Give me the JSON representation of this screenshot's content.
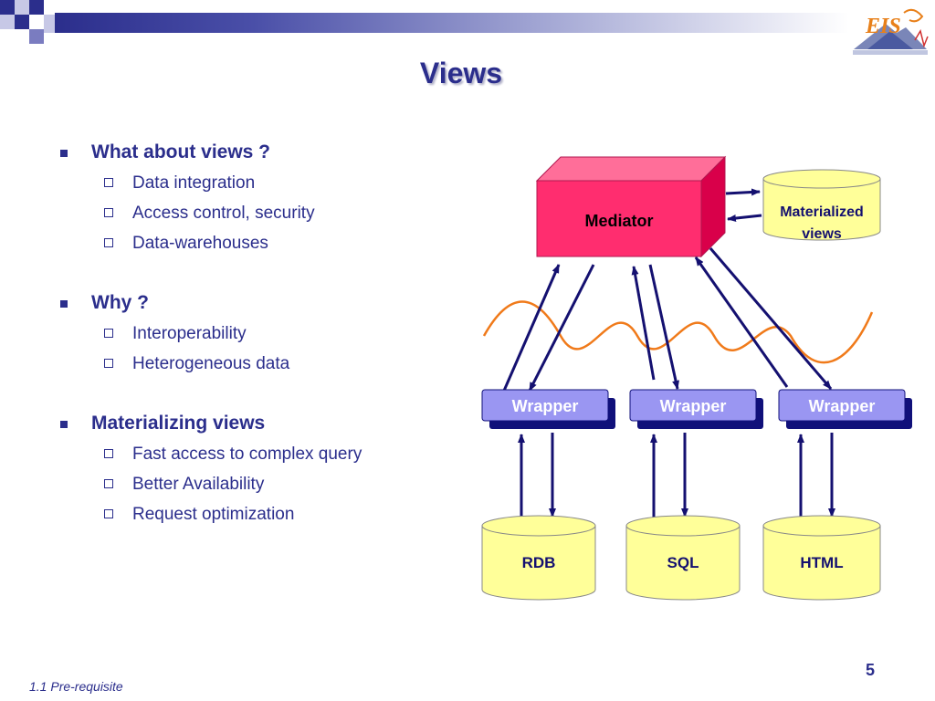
{
  "slide": {
    "title": "Views",
    "footer": "1.1 Pre-requisite",
    "page_number": "5"
  },
  "bullets": [
    {
      "label": "What about views ?",
      "subs": [
        "Data integration",
        "Access control, security",
        "Data-warehouses"
      ]
    },
    {
      "label": "Why ?",
      "subs": [
        "Interoperability",
        "Heterogeneous data"
      ]
    },
    {
      "label": "Materializing views",
      "subs": [
        "Fast access to complex query",
        "Better Availability",
        "Request optimization"
      ]
    }
  ],
  "diagram": {
    "mediator_label": "Mediator",
    "materialized_label_line1": "Materialized",
    "materialized_label_line2": "views",
    "wrappers": [
      "Wrapper",
      "Wrapper",
      "Wrapper"
    ],
    "sources": [
      "RDB",
      "SQL",
      "HTML"
    ]
  },
  "colors": {
    "theme_blue": "#2b2e8c",
    "mediator_pink": "#ff2d6f",
    "db_yellow": "#ffff99",
    "wrapper_lavender": "#9a96f2",
    "wave_orange": "#f07a1a"
  }
}
